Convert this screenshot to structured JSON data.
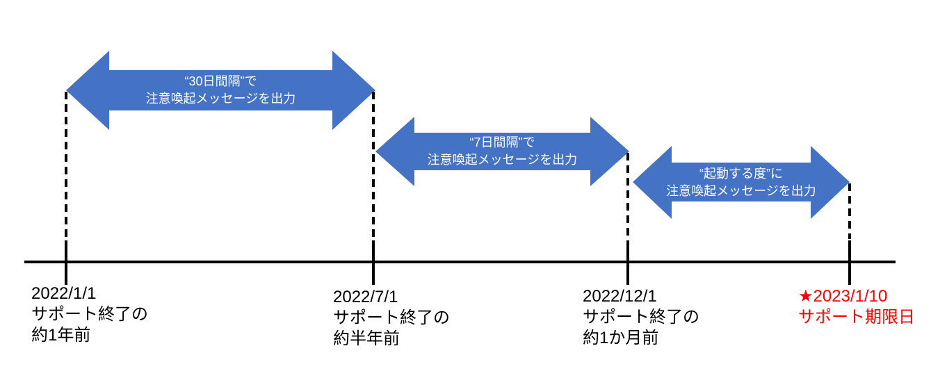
{
  "colors": {
    "arrow": "#4472C4",
    "arrow_text": "#FFFFFF",
    "line": "#000000",
    "deadline": "#FF0000"
  },
  "arrows": [
    {
      "line1": "“30日間隔”で",
      "line2": "注意喚起メッセージを出力"
    },
    {
      "line1": "“7日間隔”で",
      "line2": "注意喚起メッセージを出力"
    },
    {
      "line1": "“起動する度”に",
      "line2": "注意喚起メッセージを出力"
    }
  ],
  "milestones": [
    {
      "date": "2022/1/1",
      "desc1": "サポート終了の",
      "desc2": "約1年前"
    },
    {
      "date": "2022/7/1",
      "desc1": "サポート終了の",
      "desc2": "約半年前"
    },
    {
      "date": "2022/12/1",
      "desc1": "サポート終了の",
      "desc2": "約1か月前"
    },
    {
      "date": "★2023/1/10",
      "desc1": "サポート期限日",
      "desc2": ""
    }
  ]
}
